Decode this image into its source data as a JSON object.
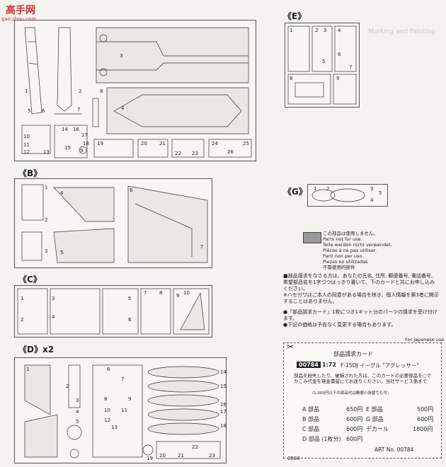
{
  "watermark": {
    "logo_text": "高手网",
    "url": "gao.shou.com"
  },
  "sections": {
    "A": {
      "parts": [
        "1",
        "2",
        "3",
        "4",
        "5",
        "6",
        "7",
        "8",
        "9",
        "10",
        "11",
        "12",
        "13",
        "14",
        "15",
        "16",
        "17",
        "18",
        "19",
        "20",
        "21",
        "22",
        "23",
        "24",
        "25",
        "26"
      ]
    },
    "B": {
      "label": "《B》",
      "parts": [
        "1",
        "2",
        "3",
        "4",
        "5",
        "6",
        "7"
      ]
    },
    "C": {
      "label": "《C》",
      "parts": [
        "1",
        "2",
        "3",
        "4",
        "5",
        "6",
        "7",
        "8",
        "9",
        "10"
      ]
    },
    "D": {
      "label": "《D》x2",
      "parts": [
        "1",
        "2",
        "3",
        "4",
        "5",
        "6",
        "7",
        "8",
        "9",
        "10",
        "11",
        "12",
        "13",
        "14",
        "15",
        "16",
        "17",
        "18",
        "19",
        "20",
        "21",
        "22",
        "23"
      ]
    },
    "E": {
      "label": "《E》",
      "parts": [
        "1",
        "2",
        "3",
        "4",
        "5",
        "6",
        "7",
        "8",
        "9"
      ]
    },
    "G": {
      "label": "《G》",
      "parts": [
        "1",
        "2",
        "3",
        "4",
        "5"
      ]
    }
  },
  "unused_legend": {
    "lines": [
      "この部品は使用しません。",
      "Parts not for use.",
      "Teile werden nicht verwendet.",
      "Pièces à ne pas utiliser.",
      "Parti non per uso.",
      "Piezas no utilizadas",
      "不需使用的部件"
    ]
  },
  "notes": {
    "n1": "■部品請求をなさる方は、あなたの氏名, 住所, 郵便番号, 電話番号, 希望部品名を1字づつはっきり書いて、下のカードと共にお申し込みください。",
    "n2": "※ハセガワはご本人の同意がある場合を除き、個人情報を第3者に開示することはありません。",
    "n3": "●「部品請求カード」1枚につき1キット分のパーツの請求を受け付けます。",
    "n4": "●下記の価格は予告なく変更する場合もあります。",
    "japanese_use_only": "For Japanese use only"
  },
  "card": {
    "title": "部品請求カード",
    "kit_no": "00784",
    "scale": "1:72",
    "name": "F-15DJ イーグル \"アグレッサー\"",
    "body": "部品を紛失したり、破損された方は、このカードの必要部品を○でかこみ代金を現金書留にてお送りください。当社サービス係まで",
    "sub": "(1,000円以下の部品代は郵便小為替でも可)",
    "prices": [
      {
        "part": "A 部品",
        "price": "650円"
      },
      {
        "part": "E 部品",
        "price": "500円"
      },
      {
        "part": "B 部品",
        "price": "600円"
      },
      {
        "part": "G 部品",
        "price": "600円"
      },
      {
        "part": "C 部品",
        "price": "600円"
      },
      {
        "part": "デカール",
        "price": "1800円"
      },
      {
        "part": "D 部品 (1枚分)",
        "price": "600円"
      }
    ],
    "art_no": "ART No. 00784"
  },
  "footer_code": "0508"
}
